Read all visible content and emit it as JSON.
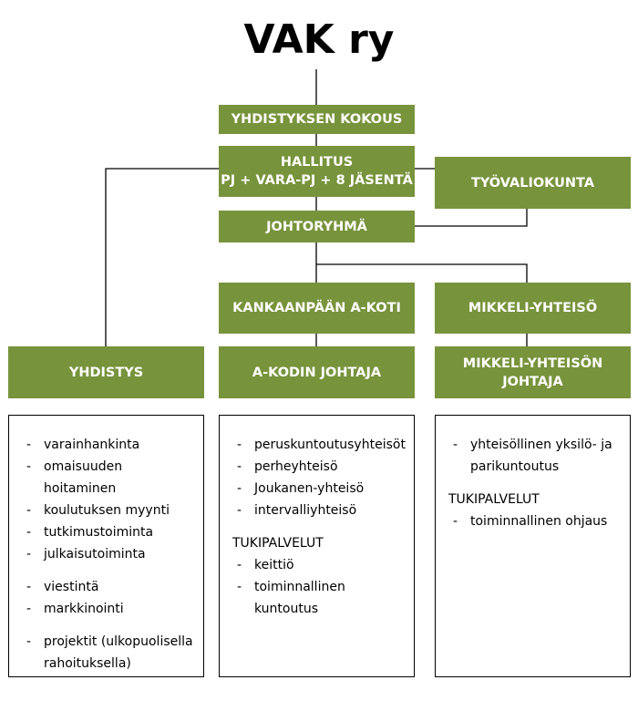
{
  "title": "VAK ry",
  "boxes": {
    "kokous": "YHDISTYKSEN KOKOUS",
    "hallitus_line1": "HALLITUS",
    "hallitus_line2": "PJ + VARA-PJ + 8 JÄSENTÄ",
    "tyovaliokunta": "TYÖVALIOKUNTA",
    "johtoryhma": "JOHTORYHMÄ",
    "kankaanpaa": "KANKAANPÄÄN A-KOTI",
    "mikkeli": "MIKKELI-YHTEISÖ",
    "yhdistys": "YHDISTYS",
    "akoti_johtaja": "A-KODIN JOHTAJA",
    "mikkeli_johtaja": "MIKKELI-YHTEISÖN JOHTAJA"
  },
  "yhdistys_list": {
    "group1": [
      "varainhankinta",
      "omaisuuden hoitaminen",
      "koulutuksen myynti",
      "tutkimustoiminta",
      "julkaisutoiminta"
    ],
    "group2": [
      "viestintä",
      "markkinointi"
    ],
    "group3_line1": "projektit (ulkopuolisella",
    "group3_line2": "rahoituksella)"
  },
  "akoti_list": {
    "items": [
      "peruskuntoutusyhteisöt",
      "perheyhteisö",
      "Joukanen-yhteisö",
      "intervalliyhteisö"
    ],
    "heading": "TUKIPALVELUT",
    "support1": "keittiö",
    "support2_line1": "toiminnallinen",
    "support2_line2": "kuntoutus"
  },
  "mikkeli_list": {
    "item1_line1": "yhteisöllinen yksilö- ja",
    "item1_line2": "parikuntoutus",
    "heading": "TUKIPALVELUT",
    "support1": "toiminnallinen ohjaus"
  },
  "colors": {
    "box": "#77933c",
    "text": "#ffffff",
    "line": "#000000"
  }
}
